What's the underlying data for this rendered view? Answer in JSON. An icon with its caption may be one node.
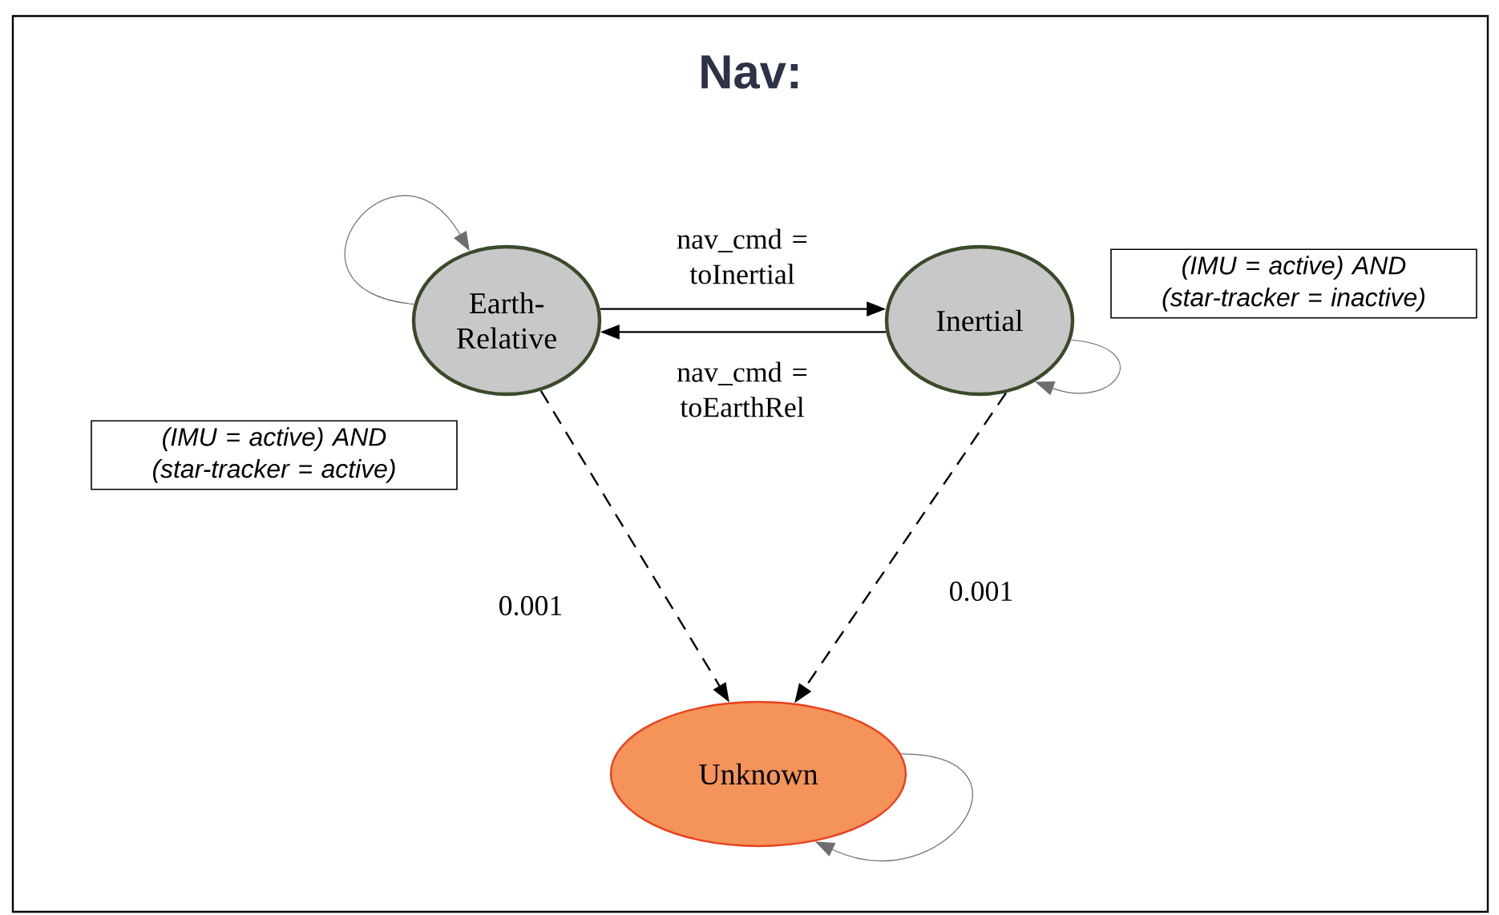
{
  "diagram": {
    "title": "Nav:",
    "nodes": [
      {
        "text": [
          "Earth-Relative"
        ]
      },
      {
        "text": [
          "Inertial"
        ]
      },
      {
        "text": [
          "(IMU = active) AND (star-tracker = inactive)"
        ]
      },
      {
        "text": [
          "(IMU = active) AND (star-tracker = active)"
        ]
      },
      {
        "text": [
          "Unknown"
        ]
      }
    ],
    "edges": [
      {
        "from": 0,
        "to": 0,
        "arrow": "to",
        "color": "#6e6e6e"
      },
      {
        "from": 0,
        "to": 1,
        "arrow": "to",
        "label": "nav_cmd = toInertial"
      },
      {
        "from": 1,
        "to": 0,
        "arrow": "to",
        "label": "nav_cmd = toEarthRel"
      },
      {
        "from": 1,
        "to": 1,
        "arrow": "to",
        "color": "#6e6e6e"
      },
      {
        "from": 0,
        "to": 4,
        "arrow": "to",
        "label": "0.001",
        "style": "dashed"
      },
      {
        "from": 1,
        "to": 4,
        "arrow": "to",
        "label": "0.001",
        "style": "dashed"
      },
      {
        "from": 4,
        "to": 4,
        "arrow": "to",
        "color": "#6e6e6e"
      }
    ]
  }
}
